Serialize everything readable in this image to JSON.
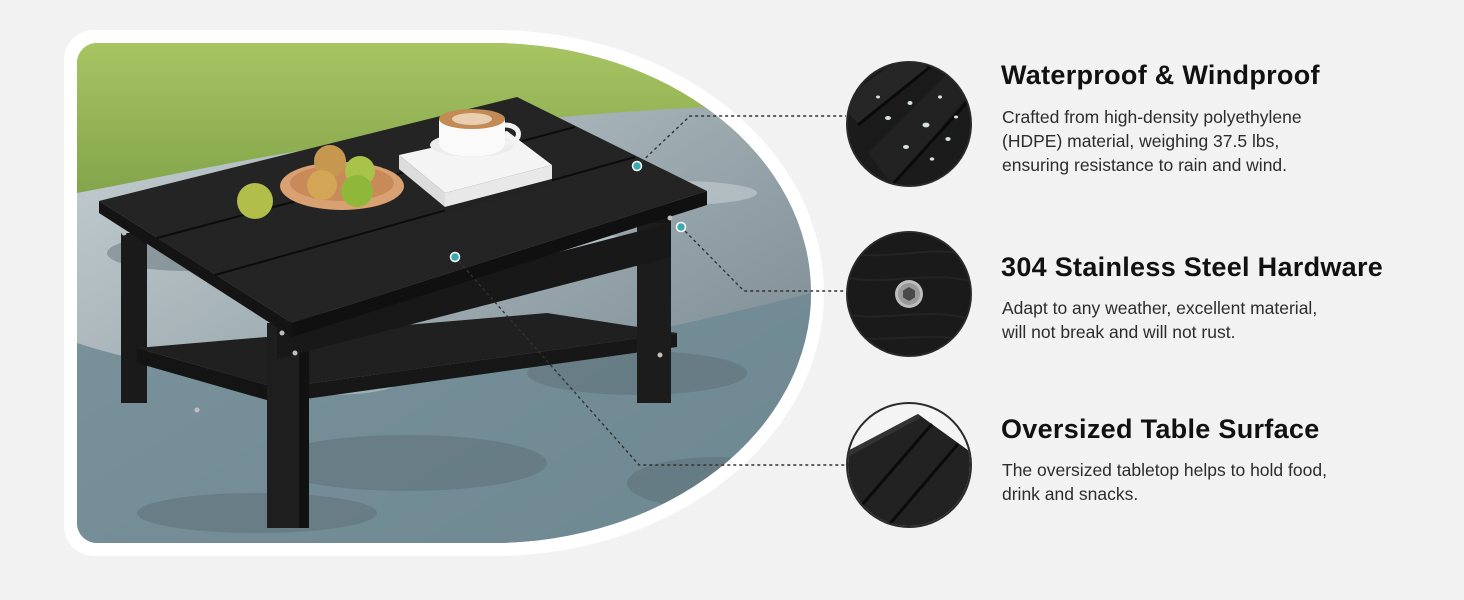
{
  "features": [
    {
      "title": "Waterproof & Windproof",
      "description_line1": "Crafted from high-density polyethylene",
      "description_line2": "(HDPE) material, weighing 37.5 lbs,",
      "description_line3": "ensuring resistance to rain and wind.",
      "thumb_icon": "water-droplets-icon"
    },
    {
      "title": "304 Stainless Steel Hardware",
      "description_line1": "Adapt to any weather, excellent material,",
      "description_line2": "will not break and will not rust.",
      "thumb_icon": "hex-screw-icon"
    },
    {
      "title": "Oversized Table Surface",
      "description_line1": "The oversized tabletop helps to hold food,",
      "description_line2": "drink and snacks.",
      "thumb_icon": "table-surface-icon"
    }
  ],
  "colors": {
    "background": "#f2f2f2",
    "title": "#111111",
    "text": "#2c2c2c",
    "accent": "#3aa9b0",
    "table": "#1c1c1c"
  }
}
